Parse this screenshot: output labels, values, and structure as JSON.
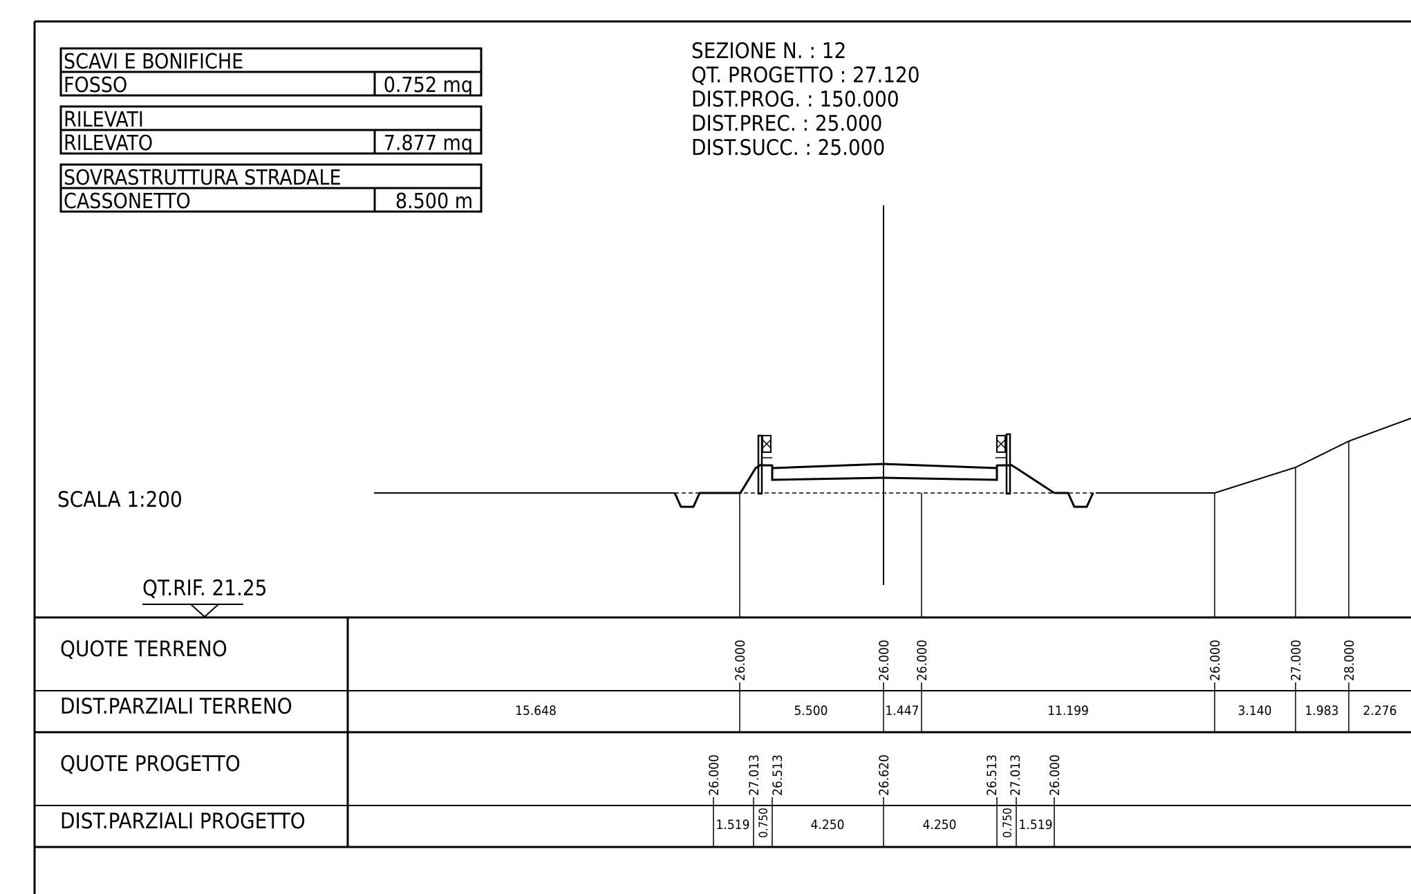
{
  "quantities": [
    {
      "header": "SCAVI E BONIFICHE",
      "item": "FOSSO",
      "value": "0.752 mq"
    },
    {
      "header": "RILEVATI",
      "item": "RILEVATO",
      "value": "7.877 mq"
    },
    {
      "header": "SOVRASTRUTTURA STRADALE",
      "item": "CASSONETTO",
      "value": "8.500 m"
    }
  ],
  "section_info": [
    "SEZIONE N. : 12",
    "QT. PROGETTO : 27.120",
    "DIST.PROG. : 150.000",
    "DIST.PREC. : 25.000",
    "DIST.SUCC. : 25.000"
  ],
  "scale_label": "SCALA 1:200",
  "ref_label": "QT.RIF. 21.25",
  "rows": {
    "quote_terreno": "QUOTE TERRENO",
    "dist_terreno": "DIST.PARZIALI TERRENO",
    "quote_progetto": "QUOTE PROGETTO",
    "dist_progetto": "DIST.PARZIALI PROGETTO"
  },
  "terrain_quotes": [
    "26.000",
    "26.000",
    "26.000",
    "26.000",
    "27.000",
    "28.000"
  ],
  "terrain_dists": [
    "15.648",
    "5.500",
    "1.447",
    "11.199",
    "3.140",
    "1.983",
    "2.276"
  ],
  "project_quotes": [
    "26.000",
    "27.013",
    "26.513",
    "26.620",
    "26.513",
    "27.013",
    "26.000"
  ],
  "project_dists": [
    "1.519",
    "0.750",
    "4.250",
    "4.250",
    "0.750",
    "1.519"
  ]
}
